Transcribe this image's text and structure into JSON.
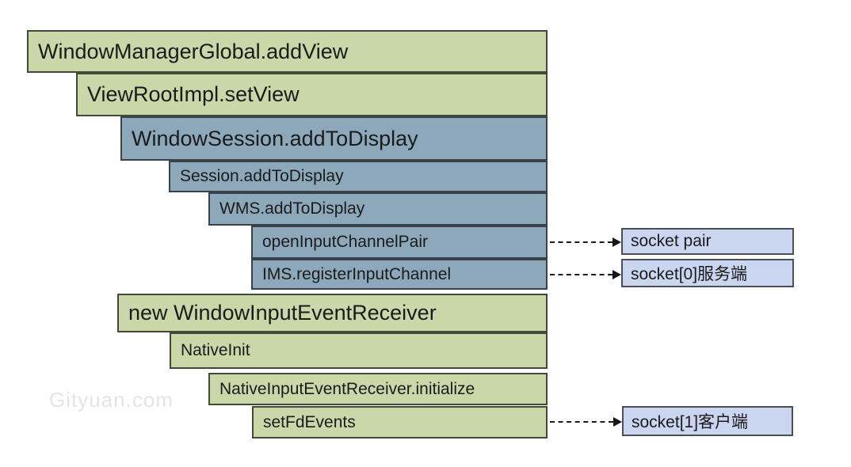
{
  "diagram": {
    "type": "call-stack-flow",
    "stack": [
      {
        "label": "WindowManagerGlobal.addView",
        "color": "green",
        "size": "large"
      },
      {
        "label": "ViewRootImpl.setView",
        "color": "green",
        "size": "large"
      },
      {
        "label": "WindowSession.addToDisplay",
        "color": "blue",
        "size": "large"
      },
      {
        "label": "Session.addToDisplay",
        "color": "blue",
        "size": "small"
      },
      {
        "label": "WMS.addToDisplay",
        "color": "blue",
        "size": "small"
      },
      {
        "label": "openInputChannelPair",
        "color": "blue",
        "size": "small"
      },
      {
        "label": "IMS.registerInputChannel",
        "color": "blue",
        "size": "small"
      },
      {
        "label": "new WindowInputEventReceiver",
        "color": "green",
        "size": "large"
      },
      {
        "label": "NativeInit",
        "color": "green",
        "size": "small"
      },
      {
        "label": "NativeInputEventReceiver.initialize",
        "color": "green",
        "size": "small"
      },
      {
        "label": "setFdEvents",
        "color": "green",
        "size": "small"
      }
    ],
    "annotations": [
      {
        "label": "socket pair"
      },
      {
        "label": "socket[0]服务端"
      },
      {
        "label": "socket[1]客户端"
      }
    ],
    "connections": [
      {
        "from": "openInputChannelPair",
        "to": "socket pair",
        "style": "dashed-arrow"
      },
      {
        "from": "IMS.registerInputChannel",
        "to": "socket[0]服务端",
        "style": "dashed-arrow"
      },
      {
        "from": "setFdEvents",
        "to": "socket[1]客户端",
        "style": "dashed-arrow"
      }
    ],
    "watermark": "Gityuan.com",
    "colors": {
      "green_fill": "#c9d7a9",
      "green_border": "#414a38",
      "blue_fill": "#8da8ba",
      "blue_border": "#39424b",
      "note_fill": "#cad5f0",
      "note_border": "#4a4f56",
      "text": "#1b1b1b",
      "arrow": "#1b1b1b",
      "watermark": "#e4e4e4",
      "background": "#ffffff"
    }
  }
}
